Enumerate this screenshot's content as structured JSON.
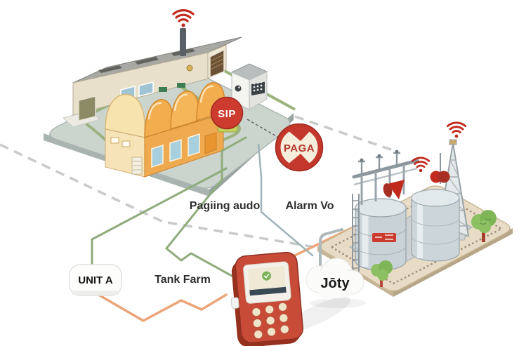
{
  "diagram": {
    "badges": {
      "sip": "SIP",
      "paga": "PAGA"
    },
    "labels": {
      "paging_audio": "Pagiing audo",
      "alarm_voice": "Alarm Vo",
      "unit_a": "UNIT A",
      "tank_farm": "Tank Farm",
      "joty": "Jōty"
    },
    "colors": {
      "signal_red": "#c2291d",
      "badge_red": "#cd3a2e",
      "paga_ring_red": "#c4372c",
      "phone_red": "#c84b38",
      "line_green": "#8fac7c",
      "line_orange": "#eca478",
      "dash_gray": "#c9cbca",
      "connector_gray": "#9fb3b8",
      "site_platform": "#ccd4ce",
      "tank_platform_sand": "#e9dcc6"
    }
  }
}
